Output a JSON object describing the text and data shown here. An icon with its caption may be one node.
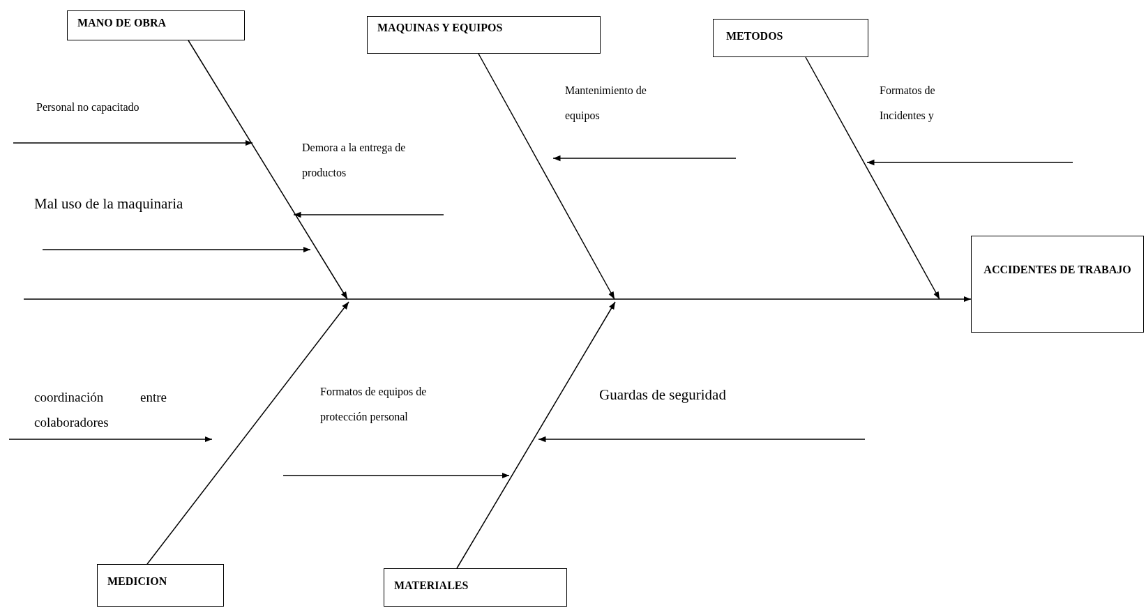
{
  "diagram": {
    "nodes": [
      {
        "text": [
          "MANO DE OBRA"
        ]
      },
      {
        "text": [
          "MAQUINAS Y EQUIPOS"
        ]
      },
      {
        "text": [
          "METODOS"
        ]
      },
      {
        "text": [
          "Personal no capacitado"
        ]
      },
      {
        "text": [
          "Mantenimiento de equipos"
        ]
      },
      {
        "text": [
          "Formatos de Incidentes y"
        ]
      },
      {
        "text": [
          "Demora a la entrega de productos"
        ]
      },
      {
        "text": [
          "Mal uso de la maquinaria"
        ]
      },
      {
        "text": [
          "ACCIDENTES DE TRABAJO"
        ]
      },
      {
        "text": [
          "coordinación entre colaboradores"
        ]
      },
      {
        "text": [
          "Formatos de equipos de protección personal"
        ]
      },
      {
        "text": [
          "Guardas de seguridad"
        ]
      },
      {
        "text": [
          "MEDICION"
        ]
      },
      {
        "text": [
          "MATERIALES"
        ]
      }
    ],
    "edges": [
      {
        "from": null,
        "to": 8,
        "arrow": "to"
      },
      {
        "from": 0,
        "to": null,
        "arrow": "to"
      },
      {
        "from": 1,
        "to": null,
        "arrow": "to"
      },
      {
        "from": 2,
        "to": null,
        "arrow": "to"
      },
      {
        "from": 12,
        "to": null,
        "arrow": "to"
      },
      {
        "from": 13,
        "to": null,
        "arrow": "to"
      },
      {
        "from": 3,
        "to": null,
        "arrow": "to"
      },
      {
        "from": null,
        "to": 4,
        "arrow": "to"
      },
      {
        "from": null,
        "to": 5,
        "arrow": "to"
      },
      {
        "from": null,
        "to": 6,
        "arrow": "to"
      },
      {
        "from": 7,
        "to": null,
        "arrow": "to"
      },
      {
        "from": 9,
        "to": null,
        "arrow": "to"
      },
      {
        "from": 10,
        "to": null,
        "arrow": "to"
      },
      {
        "from": null,
        "to": 11,
        "arrow": "to"
      }
    ]
  }
}
